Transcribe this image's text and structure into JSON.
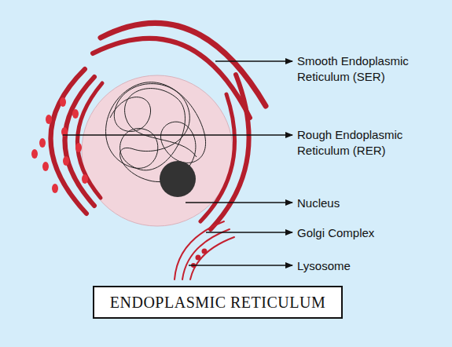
{
  "diagram": {
    "title": "ENDOPLASMIC RETICULUM",
    "labels": [
      "Smooth Endoplasmic Reticulum (SER)",
      "Rough Endoplasmic Reticulum (RER)",
      "Nucleus",
      "Golgi Complex",
      "Lysosome"
    ]
  }
}
